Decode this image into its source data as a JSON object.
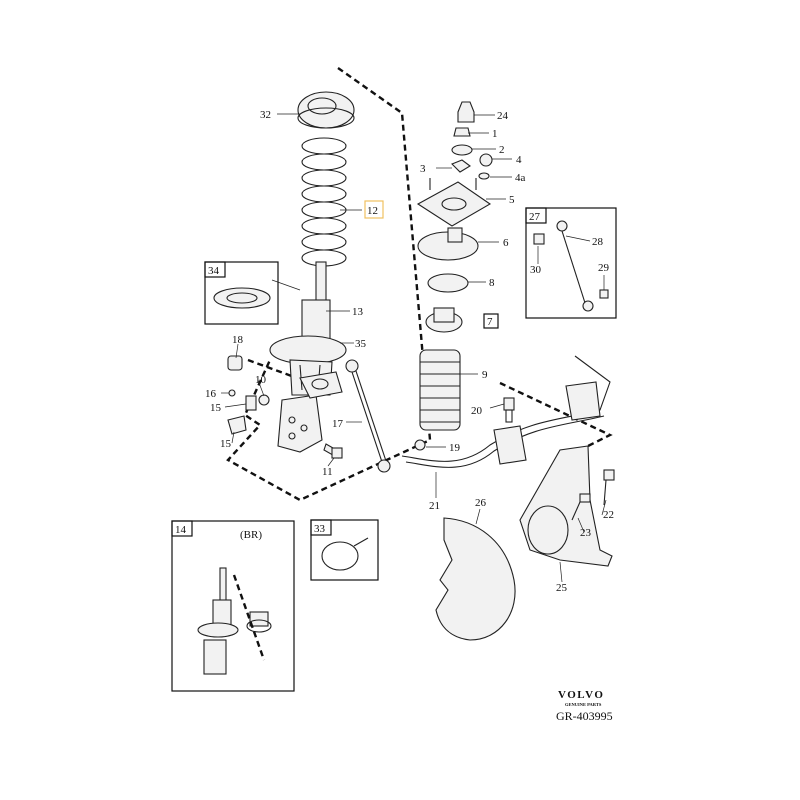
{
  "labels": {
    "l1": "1",
    "l2": "2",
    "l3": "3",
    "l4": "4",
    "l4a": "4a",
    "l5": "5",
    "l6": "6",
    "l7": "7",
    "l8": "8",
    "l9": "9",
    "l10": "10",
    "l11": "11",
    "l12": "12",
    "l13": "13",
    "l14": "14",
    "l15a": "15",
    "l15b": "15",
    "l16": "16",
    "l17": "17",
    "l18": "18",
    "l19": "19",
    "l20": "20",
    "l21": "21",
    "l22": "22",
    "l23": "23",
    "l24": "24",
    "l25": "25",
    "l26": "26",
    "l27": "27",
    "l28": "28",
    "l29": "29",
    "l30": "30",
    "l32": "32",
    "l33": "33",
    "l34": "34",
    "l35": "35"
  },
  "variant_note": "(BR)",
  "brand": {
    "name": "VOLVO",
    "tagline": "GENUINE PARTS",
    "reference": "GR-403995"
  },
  "colors": {
    "highlight_box": "#f0c060",
    "line": "#222222"
  }
}
